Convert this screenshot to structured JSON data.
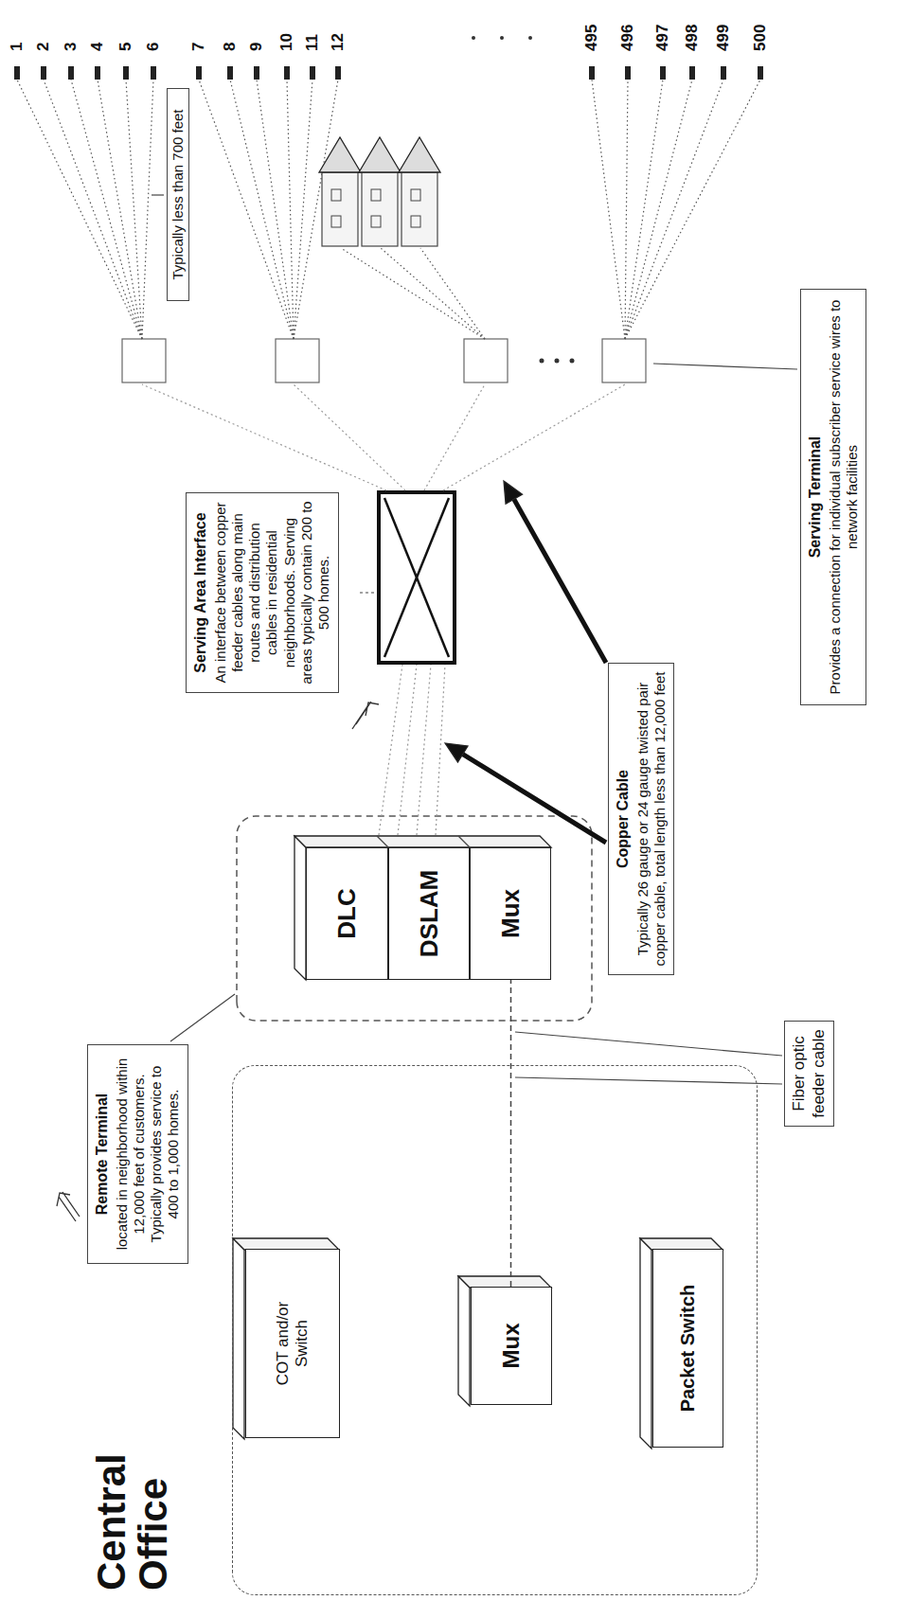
{
  "diagram": {
    "nodes": [
      {
        "text": [
          "Central Office"
        ]
      },
      {
        "text": [
          "COT and/or Switch"
        ],
        "in": 0
      },
      {
        "text": [
          "Mux"
        ],
        "in": 0
      },
      {
        "text": [
          "Packet Switch"
        ],
        "in": 0
      },
      {
        "text": [
          "Remote Terminal",
          "located in neighborhood within 12,000 feet of customers. Typically provides service to 400 to 1,000 homes."
        ]
      },
      {
        "text": [
          "DLC"
        ]
      },
      {
        "text": [
          "DSLAM"
        ]
      },
      {
        "text": [
          "Mux"
        ]
      },
      {
        "text": [
          "Fiber optic feeder cable"
        ]
      },
      {
        "text": [
          "Serving Area Interface",
          "An interface between copper feeder cables along main routes and distribution cables in residential neighborhoods. Serving areas typically contain 200 to 500 homes."
        ]
      },
      {
        "text": [
          "Copper Cable",
          "Typically 26 gauge or 24 gauge twisted pair copper cable, total length less than 12,000 feet"
        ]
      },
      {
        "text": [
          "Serving Terminal",
          "Provides a connection for individual subscriber service wires to network facilities"
        ]
      },
      {
        "text": [
          "Typically less than 700 feet"
        ]
      }
    ],
    "edges": [
      {
        "from": 2,
        "to": 7,
        "arrow": "none"
      }
    ],
    "labels": [
      "1",
      "2",
      "3",
      "4",
      "5",
      "6",
      "7",
      "8",
      "9",
      "10",
      "11",
      "12",
      "495",
      "496",
      "497",
      "498",
      "499",
      "500"
    ]
  }
}
